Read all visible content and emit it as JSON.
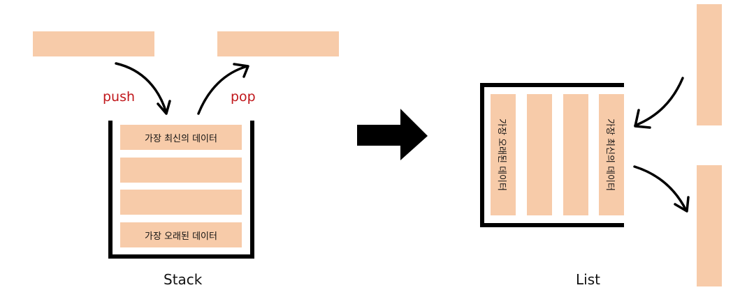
{
  "stack": {
    "push_label": "push",
    "pop_label": "pop",
    "newest_label": "가장 최신의 데이터",
    "oldest_label": "가장 오래된 데이터",
    "caption": "Stack"
  },
  "list": {
    "oldest_label": "가장 오래된 데이터",
    "newest_label": "가장 최신의 데이터",
    "caption": "List"
  },
  "colors": {
    "block_fill": "#f7cba9",
    "accent_text": "#c0171b",
    "outline": "#000000"
  }
}
